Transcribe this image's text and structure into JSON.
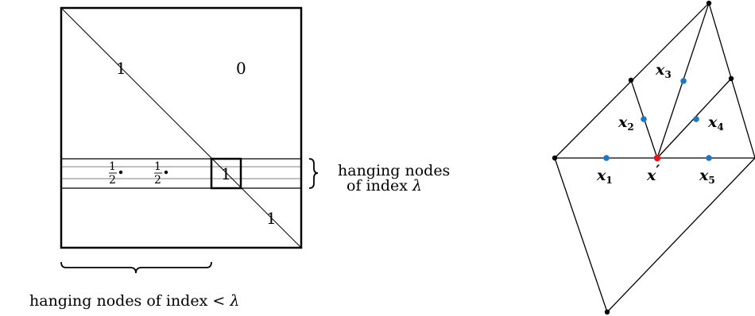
{
  "matrix": {
    "entries": {
      "one_upper": "1",
      "zero": "0",
      "one_lower": "1",
      "one_boxed": "1",
      "half_1_num": "1",
      "half_1_den": "2",
      "half_2_num": "1",
      "half_2_den": "2"
    },
    "brace_right_label_line1": "hanging nodes",
    "brace_right_label_line2_prefix": "of index ",
    "brace_right_label_symbol": "λ",
    "brace_bottom_label_prefix": "hanging nodes of index < ",
    "brace_bottom_label_symbol": "λ"
  },
  "mesh": {
    "nodes": {
      "x1": {
        "base": "x",
        "sub": "1"
      },
      "x2": {
        "base": "x",
        "sub": "2"
      },
      "x3": {
        "base": "x",
        "sub": "3"
      },
      "x4": {
        "base": "x",
        "sub": "4"
      },
      "x5": {
        "base": "x",
        "sub": "5"
      },
      "xprime": {
        "base": "x",
        "prime": "′"
      }
    },
    "colors": {
      "hanging_node": "#1f77c4",
      "target_node": "#e8141b",
      "vertex": "#000000"
    }
  }
}
